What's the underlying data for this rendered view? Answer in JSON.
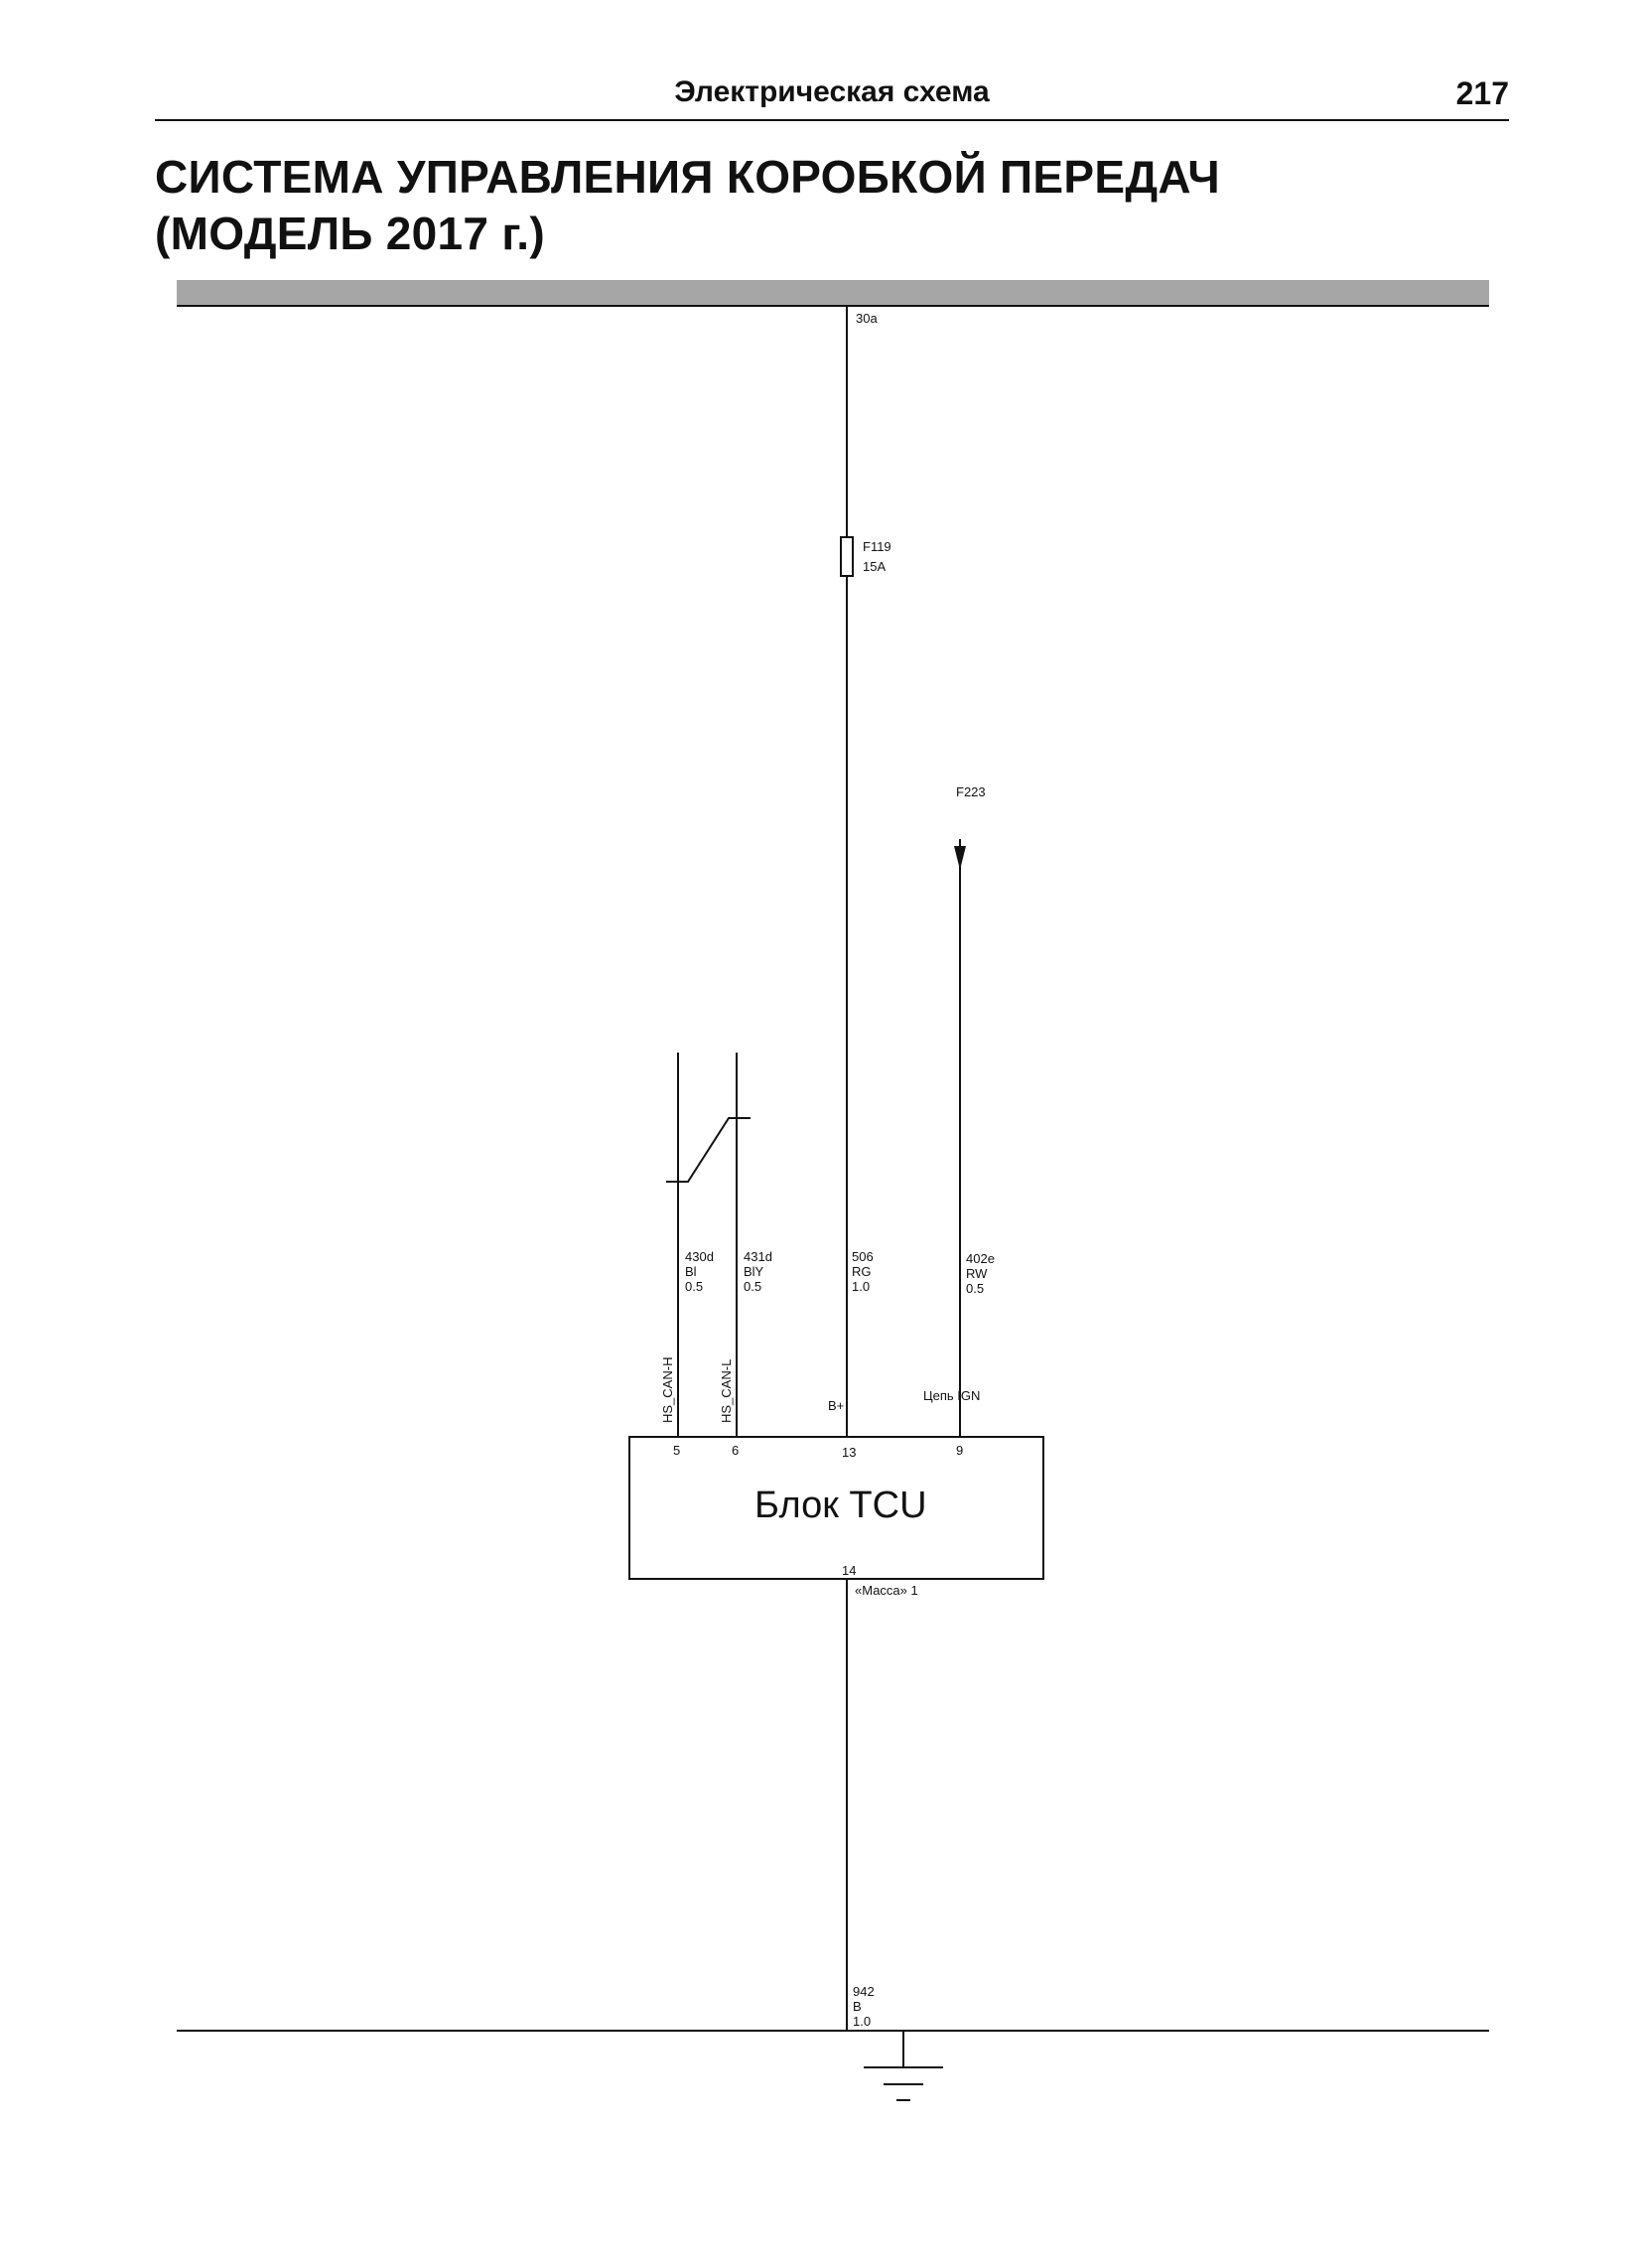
{
  "header": {
    "section": "Электрическая схема",
    "page_number": "217"
  },
  "title": {
    "line1": "СИСТЕМА УПРАВЛЕНИЯ КОРОБКОЙ ПЕРЕДАЧ",
    "line2": "(МОДЕЛЬ 2017 г.)"
  },
  "diagram": {
    "supply_bus_label": "30a",
    "fuse": {
      "name": "F119",
      "rating": "15A"
    },
    "feed": {
      "name": "F223"
    },
    "wires": [
      {
        "code": "430d",
        "color": "Bl",
        "gauge": "0.5",
        "signal": "HS_CAN-H",
        "pin": "5"
      },
      {
        "code": "431d",
        "color": "BlY",
        "gauge": "0.5",
        "signal": "HS_CAN-L",
        "pin": "6"
      },
      {
        "code": "506",
        "color": "RG",
        "gauge": "1.0",
        "signal": "B+",
        "pin": "13"
      },
      {
        "code": "402e",
        "color": "RW",
        "gauge": "0.5",
        "signal": "Цепь IGN",
        "pin": "9"
      }
    ],
    "module": {
      "name": "Блок TCU",
      "ground_pin": "14",
      "ground_label": "«Масса» 1"
    },
    "ground_wire": {
      "code": "942",
      "color": "B",
      "gauge": "1.0"
    },
    "colors": {
      "bus": "#a6a6a6",
      "line": "#111111"
    }
  }
}
